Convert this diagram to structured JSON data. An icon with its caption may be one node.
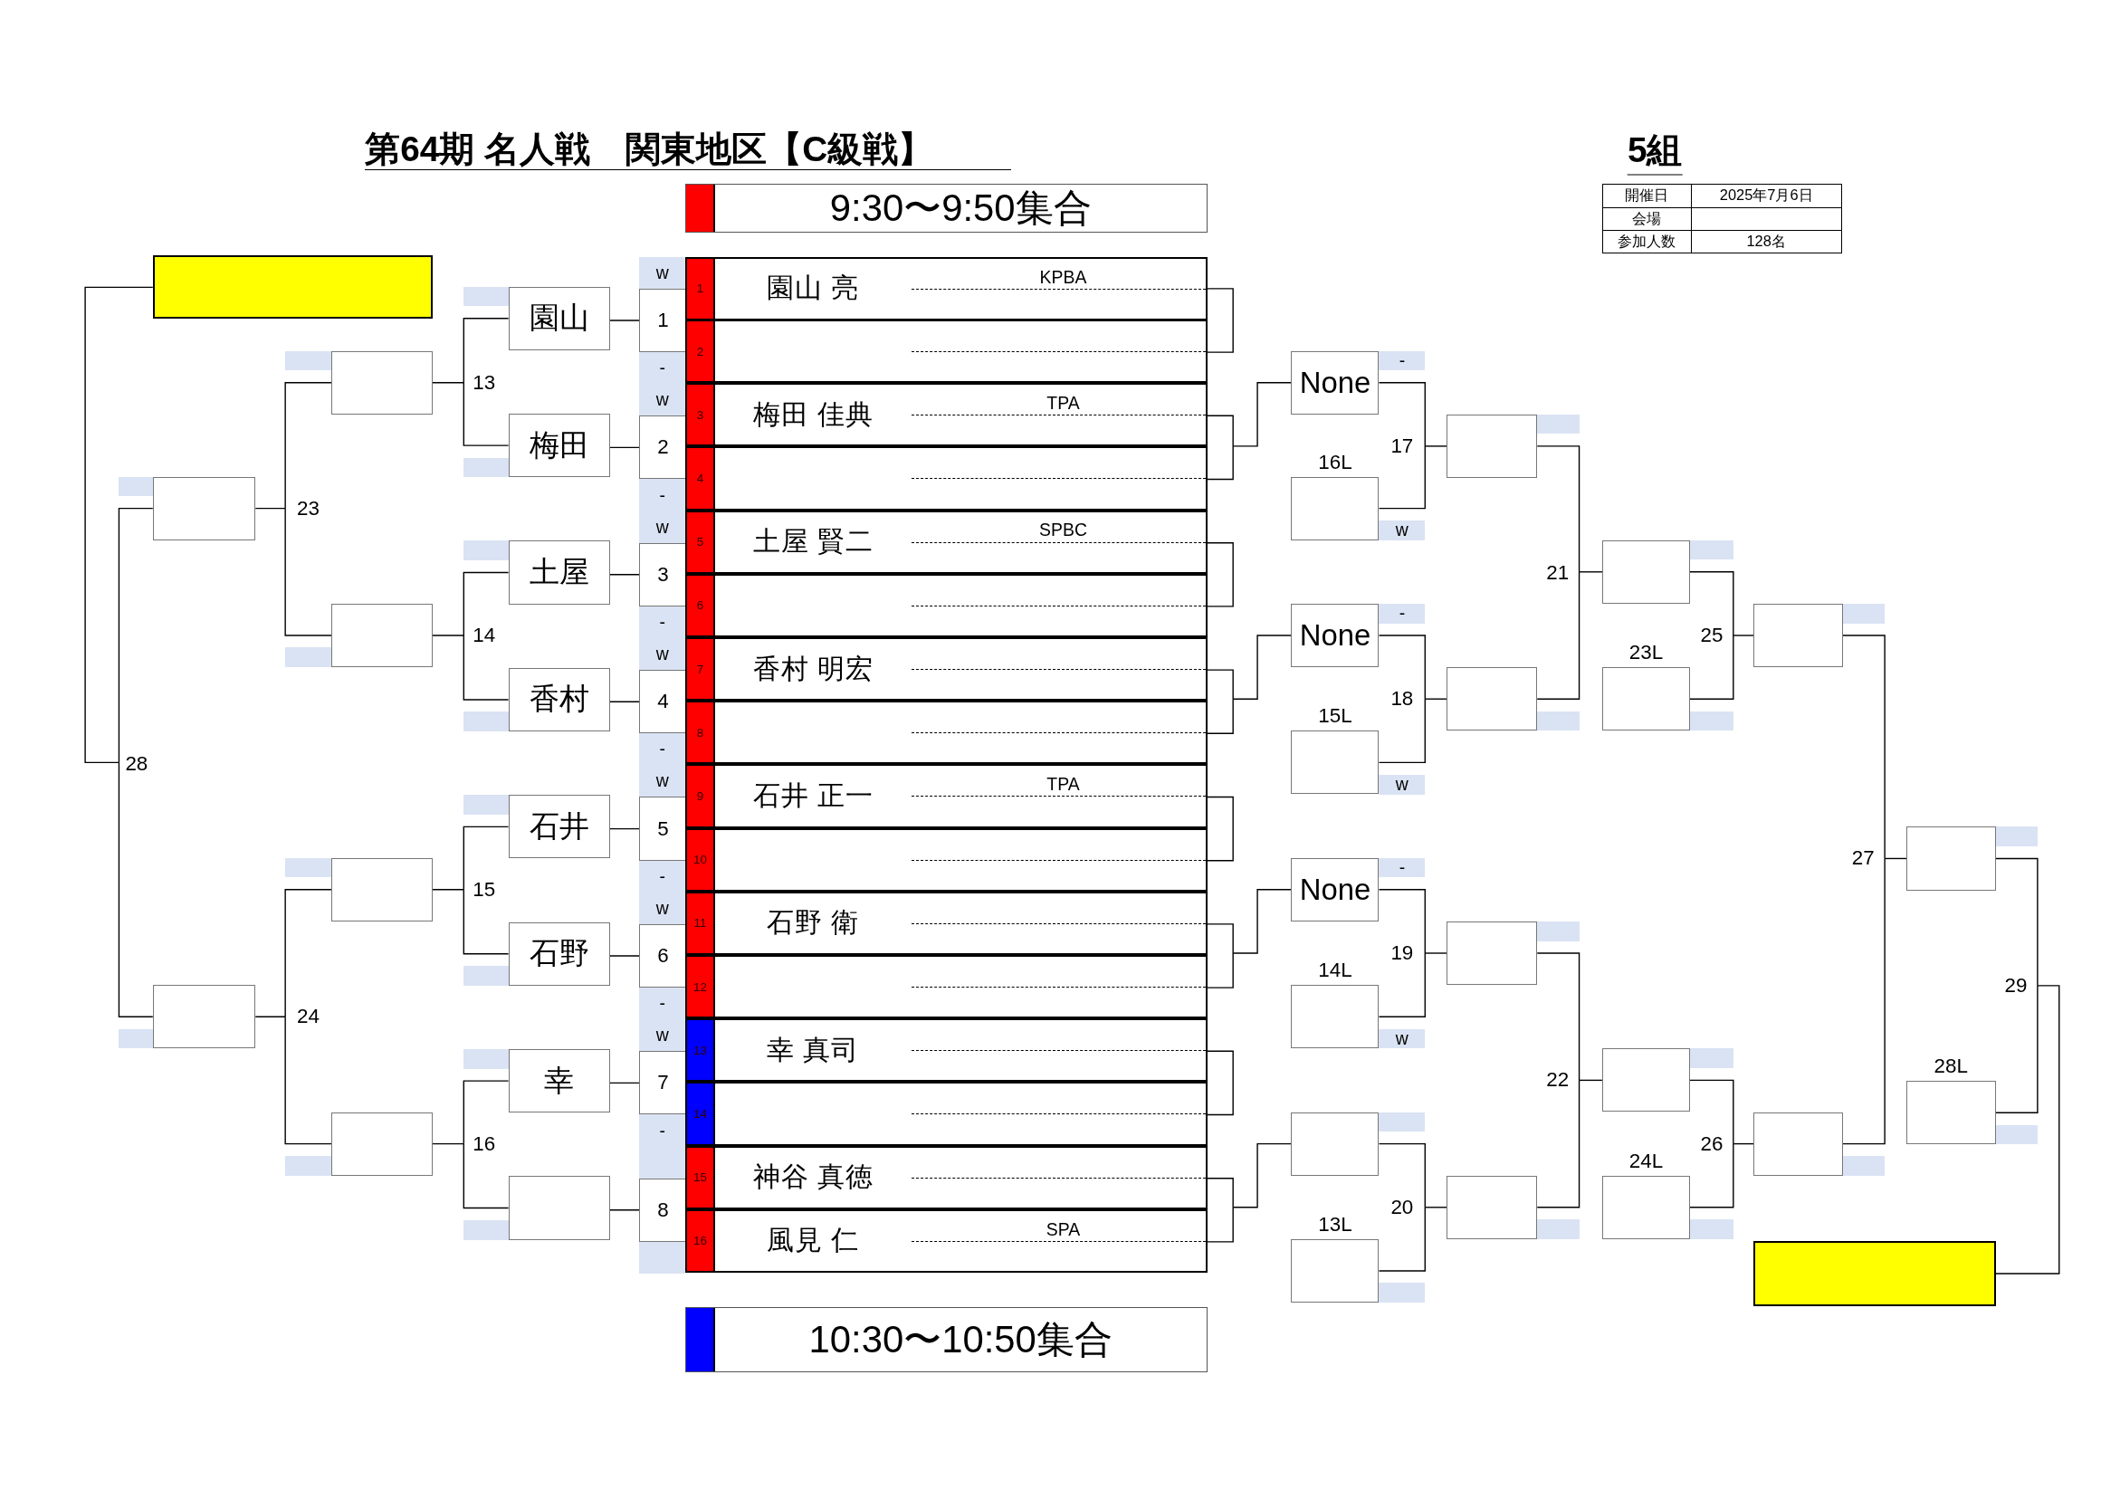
{
  "diagram": {
    "title": "第64期 名人戦　関東地区【C級戦】",
    "nodes": [
      {
        "text": [
          "1",
          "園山 亮",
          "KPBA"
        ]
      },
      {
        "text": [
          "2"
        ]
      },
      {
        "text": [
          "3",
          "梅田 佳典",
          "TPA"
        ]
      },
      {
        "text": [
          "4"
        ]
      },
      {
        "text": [
          "5",
          "土屋 賢二",
          "SPBC"
        ]
      },
      {
        "text": [
          "6"
        ]
      },
      {
        "text": [
          "7",
          "香村 明宏"
        ]
      },
      {
        "text": [
          "8"
        ]
      },
      {
        "text": [
          "9",
          "石井 正一",
          "TPA"
        ]
      },
      {
        "text": [
          "10"
        ]
      },
      {
        "text": [
          "11",
          "石野 衛"
        ]
      },
      {
        "text": [
          "12"
        ]
      },
      {
        "text": [
          "13",
          "幸 真司"
        ]
      },
      {
        "text": [
          "14"
        ]
      },
      {
        "text": [
          "15",
          "神谷 真徳"
        ]
      },
      {
        "text": [
          "16",
          "風見 仁",
          "SPA"
        ]
      },
      {
        "text": [
          "w",
          "1",
          "-"
        ]
      },
      {
        "text": [
          "w",
          "2",
          "-"
        ]
      },
      {
        "text": [
          "w",
          "3",
          "-"
        ]
      },
      {
        "text": [
          "w",
          "4",
          "-"
        ]
      },
      {
        "text": [
          "w",
          "5",
          "-"
        ]
      },
      {
        "text": [
          "w",
          "6",
          "-"
        ]
      },
      {
        "text": [
          "w",
          "7",
          "-"
        ]
      },
      {
        "text": [
          "8"
        ]
      },
      {
        "text": [
          "園山"
        ]
      },
      {
        "text": [
          "梅田"
        ]
      },
      {
        "text": [
          "土屋"
        ]
      },
      {
        "text": [
          "香村"
        ]
      },
      {
        "text": [
          "石井"
        ]
      },
      {
        "text": [
          "石野"
        ]
      },
      {
        "text": [
          "幸"
        ]
      },
      {
        "text": [],
        "shape": "box"
      },
      {
        "text": [],
        "shape": "box"
      },
      {
        "text": [],
        "shape": "box"
      },
      {
        "text": [],
        "shape": "box"
      },
      {
        "text": [],
        "shape": "box"
      },
      {
        "text": [],
        "shape": "box"
      },
      {
        "text": [],
        "shape": "box"
      },
      {
        "text": [],
        "shape": "box"
      },
      {
        "text": [
          "None"
        ],
        "beside": [
          "-"
        ]
      },
      {
        "text": [],
        "shape": "box",
        "beside": [
          "16L",
          "w"
        ]
      },
      {
        "text": [
          "None"
        ],
        "beside": [
          "-"
        ]
      },
      {
        "text": [],
        "shape": "box",
        "beside": [
          "15L",
          "w"
        ]
      },
      {
        "text": [
          "None"
        ],
        "beside": [
          "-"
        ]
      },
      {
        "text": [],
        "shape": "box",
        "beside": [
          "14L",
          "w"
        ]
      },
      {
        "text": [],
        "shape": "box"
      },
      {
        "text": [],
        "shape": "box",
        "beside": [
          "13L"
        ]
      },
      {
        "text": [],
        "shape": "box"
      },
      {
        "text": [],
        "shape": "box"
      },
      {
        "text": [],
        "shape": "box"
      },
      {
        "text": [],
        "shape": "box"
      },
      {
        "text": [],
        "shape": "box"
      },
      {
        "text": [],
        "shape": "box",
        "beside": [
          "23L"
        ]
      },
      {
        "text": [],
        "shape": "box"
      },
      {
        "text": [],
        "shape": "box",
        "beside": [
          "24L"
        ]
      },
      {
        "text": [],
        "shape": "box"
      },
      {
        "text": [],
        "shape": "box"
      },
      {
        "text": [],
        "shape": "box"
      },
      {
        "text": [],
        "shape": "box",
        "beside": [
          "28L"
        ]
      },
      {
        "text": [],
        "shape": "box"
      }
    ],
    "edges": [
      {
        "from": 16,
        "to": 24,
        "arrow": "none"
      },
      {
        "from": 17,
        "to": 25,
        "arrow": "none"
      },
      {
        "from": 18,
        "to": 26,
        "arrow": "none"
      },
      {
        "from": 19,
        "to": 27,
        "arrow": "none"
      },
      {
        "from": 20,
        "to": 28,
        "arrow": "none"
      },
      {
        "from": 21,
        "to": 29,
        "arrow": "none"
      },
      {
        "from": 22,
        "to": 30,
        "arrow": "none"
      },
      {
        "from": 23,
        "to": 31,
        "arrow": "none"
      },
      {
        "from": 24,
        "to": 32,
        "arrow": "none"
      },
      {
        "from": 25,
        "to": 32,
        "arrow": "none"
      },
      {
        "from": 26,
        "to": 33,
        "arrow": "none"
      },
      {
        "from": 27,
        "to": 33,
        "arrow": "none"
      },
      {
        "from": 28,
        "to": 34,
        "arrow": "none"
      },
      {
        "from": 29,
        "to": 34,
        "arrow": "none"
      },
      {
        "from": 30,
        "to": 35,
        "arrow": "none"
      },
      {
        "from": 31,
        "to": 35,
        "arrow": "none"
      },
      {
        "from": 32,
        "to": 36,
        "arrow": "none"
      },
      {
        "from": 33,
        "to": 36,
        "arrow": "none"
      },
      {
        "from": 34,
        "to": 37,
        "arrow": "none"
      },
      {
        "from": 35,
        "to": 37,
        "arrow": "none"
      },
      {
        "from": 36,
        "to": 38,
        "arrow": "none"
      },
      {
        "from": 37,
        "to": 38,
        "arrow": "none"
      },
      {
        "from": 0,
        "to": 1,
        "arrow": "none"
      },
      {
        "from": 2,
        "to": 39,
        "arrow": "none"
      },
      {
        "from": 3,
        "to": 39,
        "arrow": "none"
      },
      {
        "from": 4,
        "to": 5,
        "arrow": "none"
      },
      {
        "from": 6,
        "to": 41,
        "arrow": "none"
      },
      {
        "from": 7,
        "to": 41,
        "arrow": "none"
      },
      {
        "from": 8,
        "to": 9,
        "arrow": "none"
      },
      {
        "from": 10,
        "to": 43,
        "arrow": "none"
      },
      {
        "from": 11,
        "to": 43,
        "arrow": "none"
      },
      {
        "from": 12,
        "to": 13,
        "arrow": "none"
      },
      {
        "from": 14,
        "to": 45,
        "arrow": "none"
      },
      {
        "from": 15,
        "to": 45,
        "arrow": "none"
      },
      {
        "from": 39,
        "to": 47,
        "arrow": "none"
      },
      {
        "from": 40,
        "to": 47,
        "arrow": "none"
      },
      {
        "from": 41,
        "to": 48,
        "arrow": "none"
      },
      {
        "from": 42,
        "to": 48,
        "arrow": "none"
      },
      {
        "from": 43,
        "to": 49,
        "arrow": "none"
      },
      {
        "from": 44,
        "to": 49,
        "arrow": "none"
      },
      {
        "from": 45,
        "to": 50,
        "arrow": "none"
      },
      {
        "from": 46,
        "to": 50,
        "arrow": "none"
      },
      {
        "from": 47,
        "to": 51,
        "arrow": "none"
      },
      {
        "from": 48,
        "to": 51,
        "arrow": "none"
      },
      {
        "from": 49,
        "to": 53,
        "arrow": "none"
      },
      {
        "from": 50,
        "to": 53,
        "arrow": "none"
      },
      {
        "from": 51,
        "to": 55,
        "arrow": "none"
      },
      {
        "from": 52,
        "to": 55,
        "arrow": "none"
      },
      {
        "from": 53,
        "to": 56,
        "arrow": "none"
      },
      {
        "from": 54,
        "to": 56,
        "arrow": "none"
      },
      {
        "from": 55,
        "to": 57,
        "arrow": "none"
      },
      {
        "from": 56,
        "to": 57,
        "arrow": "none"
      },
      {
        "from": 57,
        "to": 59,
        "arrow": "none"
      },
      {
        "from": 58,
        "to": 59,
        "arrow": "none"
      }
    ],
    "labels": [
      "5組",
      "開催日",
      "2025年7月6日",
      "会場",
      "参加人数",
      "128名",
      "28",
      "23",
      "24",
      "13",
      "14",
      "15",
      "16",
      "17",
      "18",
      "19",
      "20",
      "21",
      "22",
      "25",
      "26",
      "27",
      "29"
    ],
    "legend": [
      {
        "text": "9:30〜9:50集合",
        "color": "#ff0000"
      },
      {
        "text": "10:30〜10:50集合",
        "color": "#0000ff"
      }
    ]
  }
}
